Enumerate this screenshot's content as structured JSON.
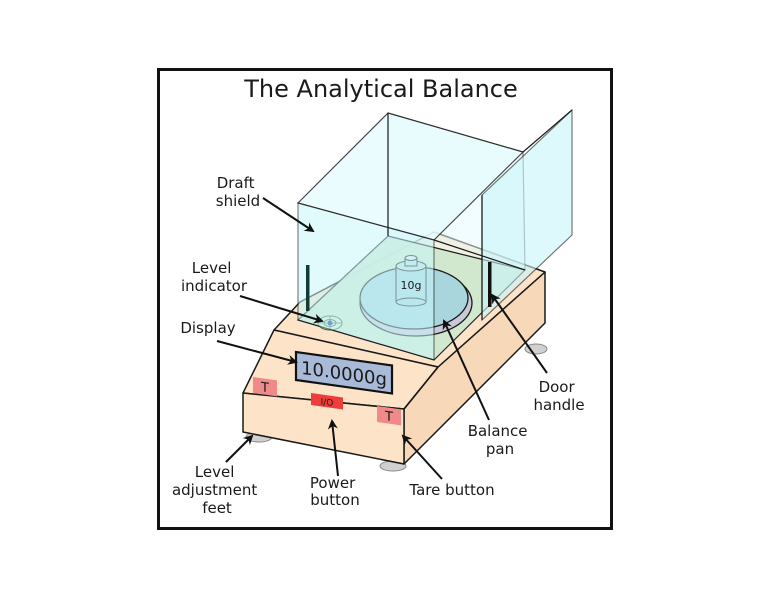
{
  "title": "The Analytical Balance",
  "labels": {
    "draft_shield": [
      "Draft",
      "shield"
    ],
    "level_indicator": [
      "Level",
      "indicator"
    ],
    "display": [
      "Display"
    ],
    "door_handle": [
      "Door",
      "handle"
    ],
    "balance_pan": [
      "Balance",
      "pan"
    ],
    "tare_button": [
      "Tare button"
    ],
    "power_button": [
      "Power",
      "button"
    ],
    "level_feet": [
      "Level",
      "adjustment",
      "feet"
    ]
  },
  "device": {
    "display_reading": "10.0000g",
    "weight_label": "10g",
    "power_button_label": "I/O",
    "tare_left_label": "T",
    "tare_right_label": "T"
  },
  "colors": {
    "base": "#fde3c8",
    "glass": "#c9f6fb",
    "glass_light": "#e6fcfe",
    "plate_green": "#cfe8cf",
    "pan": "#a9d6dc",
    "display": "#a9b9d8",
    "button_red": "#ef3d3d",
    "tare_pink": "#f08a8a",
    "feet": "#d0d0d0",
    "outline": "#1a1a1a"
  }
}
